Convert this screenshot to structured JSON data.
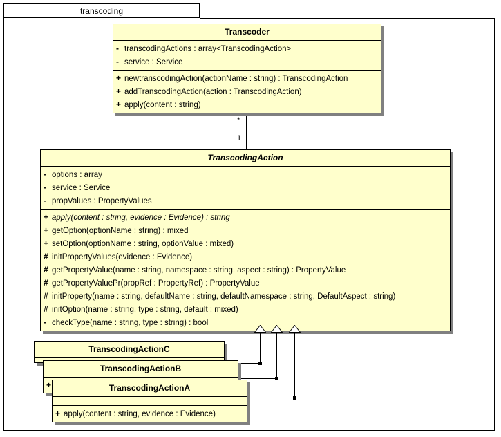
{
  "package": {
    "tab_label": "transcoding"
  },
  "classes": {
    "transcoder": {
      "name": "Transcoder",
      "attributes": [
        {
          "vis": "-",
          "text": "transcodingActions : array<TranscodingAction>"
        },
        {
          "vis": "-",
          "text": "service : Service"
        }
      ],
      "operations": [
        {
          "vis": "+",
          "text": "newtranscodingAction(actionName : string) : TranscodingAction"
        },
        {
          "vis": "+",
          "text": "addTranscodingAction(action : TranscodingAction)"
        },
        {
          "vis": "+",
          "text": "apply(content : string)"
        }
      ]
    },
    "transcoding_action": {
      "name": "TranscodingAction",
      "abstract": true,
      "attributes": [
        {
          "vis": "-",
          "text": "options : array"
        },
        {
          "vis": "-",
          "text": "service : Service"
        },
        {
          "vis": "-",
          "text": "propValues : PropertyValues"
        }
      ],
      "operations": [
        {
          "vis": "+",
          "text": "apply(content : string, evidence : Evidence) : string",
          "abstract": true
        },
        {
          "vis": "+",
          "text": "getOption(optionName : string) : mixed"
        },
        {
          "vis": "+",
          "text": "setOption(optionName : string, optionValue : mixed)"
        },
        {
          "vis": "#",
          "text": "initPropertyValues(evidence : Evidence)"
        },
        {
          "vis": "#",
          "text": "getPropertyValue(name : string, namespace : string, aspect : string) : PropertyValue"
        },
        {
          "vis": "#",
          "text": "getPropertyValuePr(propRef : PropertyRef) : PropertyValue"
        },
        {
          "vis": "#",
          "text": "initProperty(name : string, defaultName : string, defaultNamespace : string, DefaultAspect : string)"
        },
        {
          "vis": "#",
          "text": "initOption(name : string, type : string, default : mixed)"
        },
        {
          "vis": "-",
          "text": "checkType(name : string, type : string) : bool"
        }
      ]
    },
    "action_c": {
      "name": "TranscodingActionC",
      "operations": []
    },
    "action_b": {
      "name": "TranscodingActionB",
      "operations": [
        {
          "vis": "+",
          "text": ""
        }
      ]
    },
    "action_a": {
      "name": "TranscodingActionA",
      "operations": [
        {
          "vis": "+",
          "text": "apply(content : string, evidence : Evidence)"
        }
      ]
    }
  },
  "relationships": {
    "aggregation": {
      "source_multiplicity": "*",
      "target_multiplicity": "1"
    }
  },
  "colors": {
    "class_fill": "#ffffcc",
    "class_border": "#000000",
    "shadow": "#808080",
    "background": "#ffffff"
  }
}
